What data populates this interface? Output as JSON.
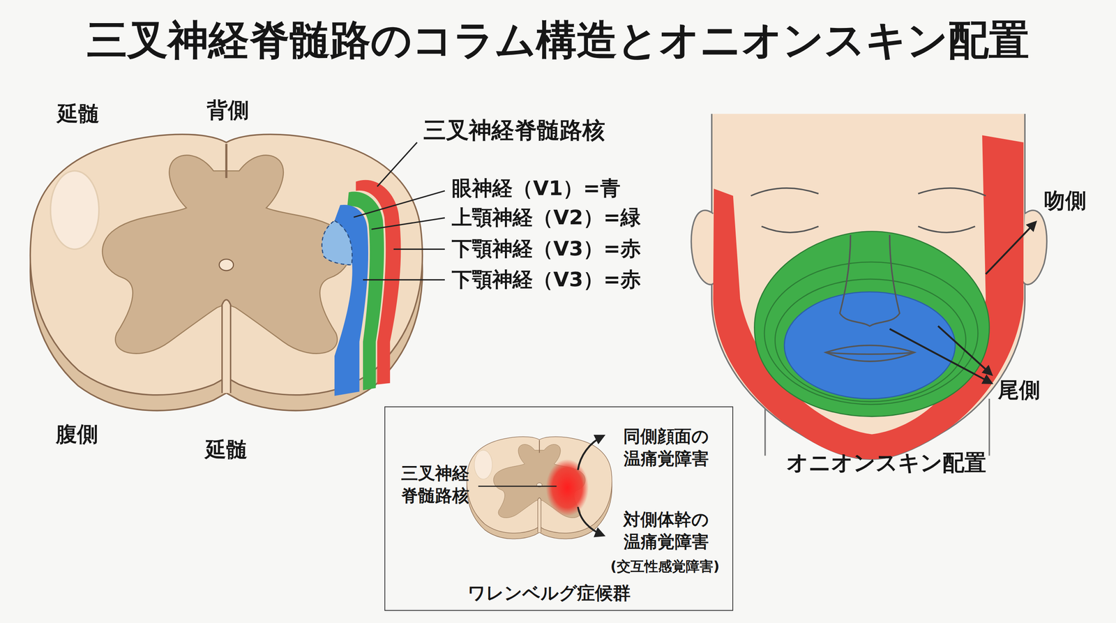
{
  "diagram": {
    "title": "三叉神経脊髄路のコラム構造とオニオンスキン配置",
    "nodes": [
      {
        "text": [
          "同側顔面の 温痛覚障害",
          "三叉神経 脊髄路核",
          "対側体幹の 温痛覚障害",
          "(交互性感覚障害)",
          "ワレンベルグ症候群"
        ]
      }
    ],
    "labels": [
      "延髄",
      "背側",
      "三叉神経脊髄路核",
      "眼神経（V1）=青",
      "上顎神経（V2）=緑",
      "下顎神経（V3）=赤",
      "下顎神経（V3）=赤",
      "腹側",
      "延髄",
      "吻側",
      "尾側",
      "オニオンスキン配置"
    ]
  }
}
